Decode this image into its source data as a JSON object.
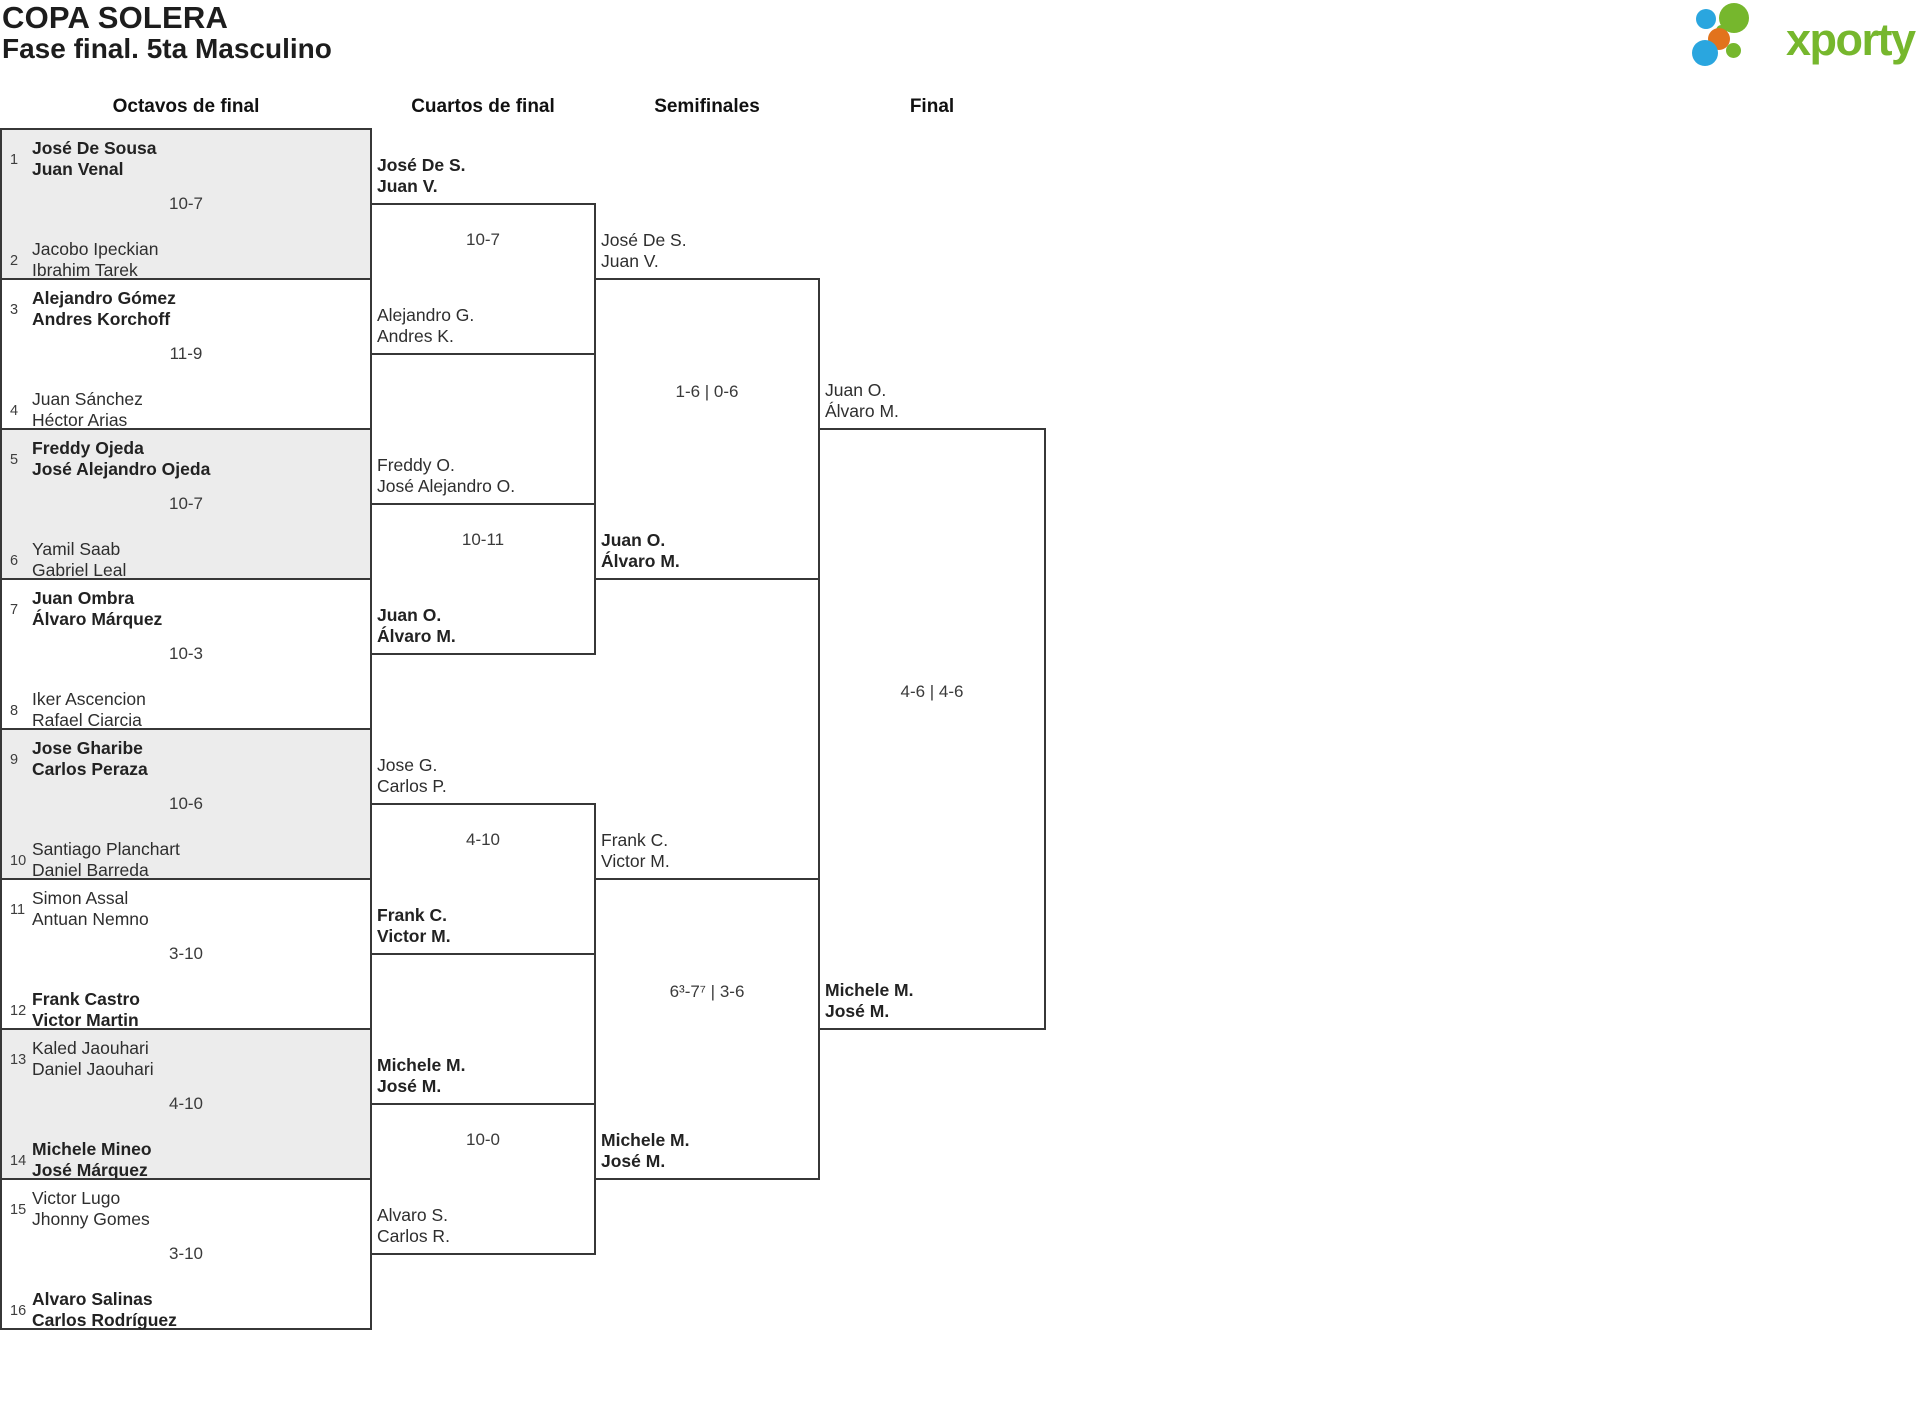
{
  "title": {
    "line1": "COPA SOLERA",
    "line2": "Fase final. 5ta Masculino"
  },
  "logo": {
    "text": "xporty"
  },
  "colors": {
    "logo_green": "#76b72d",
    "logo_blue": "#2aa6df",
    "logo_orange": "#e2731c",
    "bracket_line": "#373737",
    "alt_match_fill": "#ececec"
  },
  "round_headers": {
    "r16": "Octavos de final",
    "qf": "Cuartos de final",
    "sf": "Semifinales",
    "final": "Final"
  },
  "r16": [
    {
      "seed_top": "1",
      "top1": "José De Sousa",
      "top2": "Juan Venal",
      "score": "10-7",
      "seed_bottom": "2",
      "bot1": "Jacobo Ipeckian",
      "bot2": "Ibrahim Tarek"
    },
    {
      "seed_top": "3",
      "top1": "Alejandro Gómez",
      "top2": "Andres Korchoff",
      "score": "11-9",
      "seed_bottom": "4",
      "bot1": "Juan Sánchez",
      "bot2": "Héctor Arias"
    },
    {
      "seed_top": "5",
      "top1": "Freddy Ojeda",
      "top2": "José Alejandro Ojeda",
      "score": "10-7",
      "seed_bottom": "6",
      "bot1": "Yamil Saab",
      "bot2": "Gabriel Leal"
    },
    {
      "seed_top": "7",
      "top1": "Juan Ombra",
      "top2": "Álvaro Márquez",
      "score": "10-3",
      "seed_bottom": "8",
      "bot1": "Iker Ascencion",
      "bot2": "Rafael Ciarcia"
    },
    {
      "seed_top": "9",
      "top1": "Jose Gharibe",
      "top2": "Carlos Peraza",
      "score": "10-6",
      "seed_bottom": "10",
      "bot1": "Santiago Planchart",
      "bot2": "Daniel Barreda"
    },
    {
      "seed_top": "11",
      "top1": "Simon Assal",
      "top2": "Antuan Nemno",
      "score": "3-10",
      "seed_bottom": "12",
      "bot1": "Frank Castro",
      "bot2": "Victor Martin"
    },
    {
      "seed_top": "13",
      "top1": "Kaled Jaouhari",
      "top2": "Daniel Jaouhari",
      "score": "4-10",
      "seed_bottom": "14",
      "bot1": "Michele Mineo",
      "bot2": "José Márquez"
    },
    {
      "seed_top": "15",
      "top1": "Victor Lugo",
      "top2": "Jhonny Gomes",
      "score": "3-10",
      "seed_bottom": "16",
      "bot1": "Alvaro Salinas",
      "bot2": "Carlos Rodríguez"
    }
  ],
  "qf": [
    {
      "top1": "José De S.",
      "top2": "Juan V.",
      "score": "10-7",
      "bot1": "Alejandro G.",
      "bot2": "Andres K."
    },
    {
      "top1": "Freddy O.",
      "top2": "José Alejandro O.",
      "score": "10-11",
      "bot1": "Juan O.",
      "bot2": "Álvaro M."
    },
    {
      "top1": "Jose G.",
      "top2": "Carlos P.",
      "score": "4-10",
      "bot1": "Frank C.",
      "bot2": "Victor M."
    },
    {
      "top1": "Michele M.",
      "top2": "José M.",
      "score": "10-0",
      "bot1": "Alvaro S.",
      "bot2": "Carlos R."
    }
  ],
  "sf": [
    {
      "top1": "José De S.",
      "top2": "Juan V.",
      "score": "1-6 | 0-6",
      "bot1": "Juan O.",
      "bot2": "Álvaro M."
    },
    {
      "top1": "Frank C.",
      "top2": "Victor M.",
      "score": "6³-7⁷ | 3-6",
      "bot1": "Michele M.",
      "bot2": "José M."
    }
  ],
  "final": {
    "top1": "Juan O.",
    "top2": "Álvaro M.",
    "score": "4-6 | 4-6",
    "bot1": "Michele M.",
    "bot2": "José M."
  }
}
